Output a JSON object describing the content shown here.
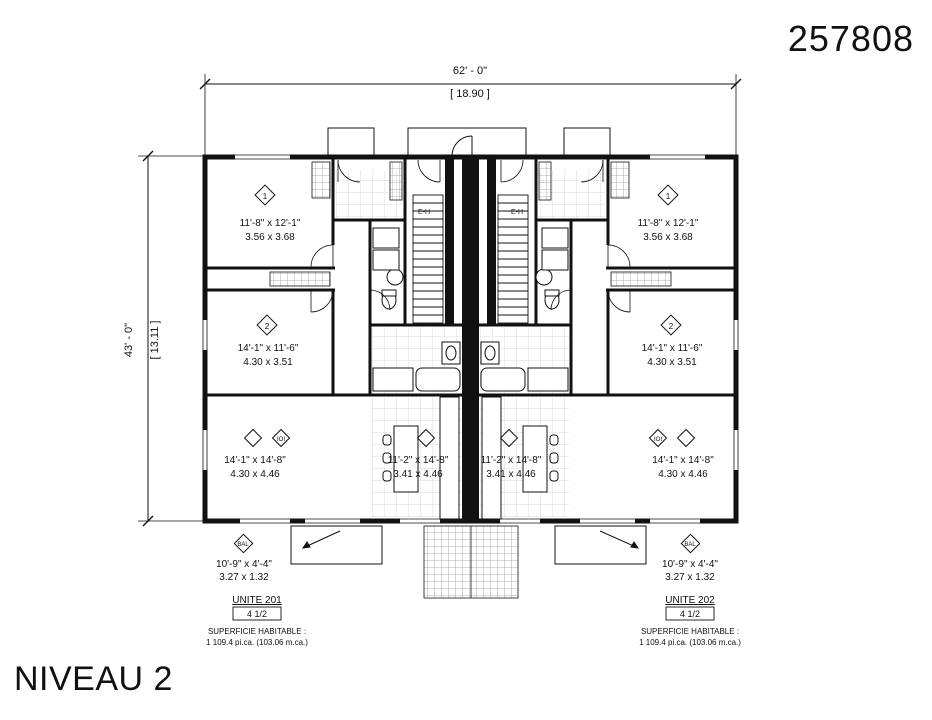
{
  "plan_number": "257808",
  "level_title": "NIVEAU 2",
  "dimensions": {
    "overall_width_imperial": "62' - 0\"",
    "overall_width_metric": "[ 18.90 ]",
    "overall_depth_imperial": "43' - 0\"",
    "overall_depth_metric": "[ 13.11 ]"
  },
  "rooms": {
    "bed1_left": {
      "icon": "1",
      "imperial": "11'-8\" x 12'-1\"",
      "metric": "3.56 x 3.68"
    },
    "bed2_left": {
      "icon": "2",
      "imperial": "14'-1\" x 11'-6\"",
      "metric": "4.30 x 3.51"
    },
    "living_left": {
      "imperial": "14'-1\" x 14'-8\"",
      "metric": "4.30 x 4.46"
    },
    "kitchen_left": {
      "imperial": "11'-2\" x 14'-8\"",
      "metric": "3.41 x 4.46"
    },
    "bed1_right": {
      "icon": "1",
      "imperial": "11'-8\" x 12'-1\"",
      "metric": "3.56 x 3.68"
    },
    "bed2_right": {
      "icon": "2",
      "imperial": "14'-1\" x 11'-6\"",
      "metric": "4.30 x 3.51"
    },
    "living_right": {
      "imperial": "14'-1\" x 14'-8\"",
      "metric": "4.30 x 4.46"
    },
    "kitchen_right": {
      "imperial": "11'-2\" x 14'-8\"",
      "metric": "3.41 x 4.46"
    }
  },
  "balconies": {
    "left": {
      "tag": "BAL",
      "imperial": "10'-9\" x 4'-4\"",
      "metric": "3.27 x 1.32"
    },
    "right": {
      "tag": "BAL",
      "imperial": "10'-9\" x 4'-4\"",
      "metric": "3.27 x 1.32"
    }
  },
  "icon_labels": {
    "dining": "IOI",
    "fridge_mark": "E-H"
  },
  "units": [
    {
      "name": "UNITE 201",
      "type": "4 1/2",
      "area_label": "SUPERFICIE HABITABLE :",
      "area_value": "1 109.4 pi.ca. (103.06 m.ca.)"
    },
    {
      "name": "UNITE 202",
      "type": "4 1/2",
      "area_label": "SUPERFICIE HABITABLE :",
      "area_value": "1 109.4 pi.ca. (103.06 m.ca.)"
    }
  ]
}
